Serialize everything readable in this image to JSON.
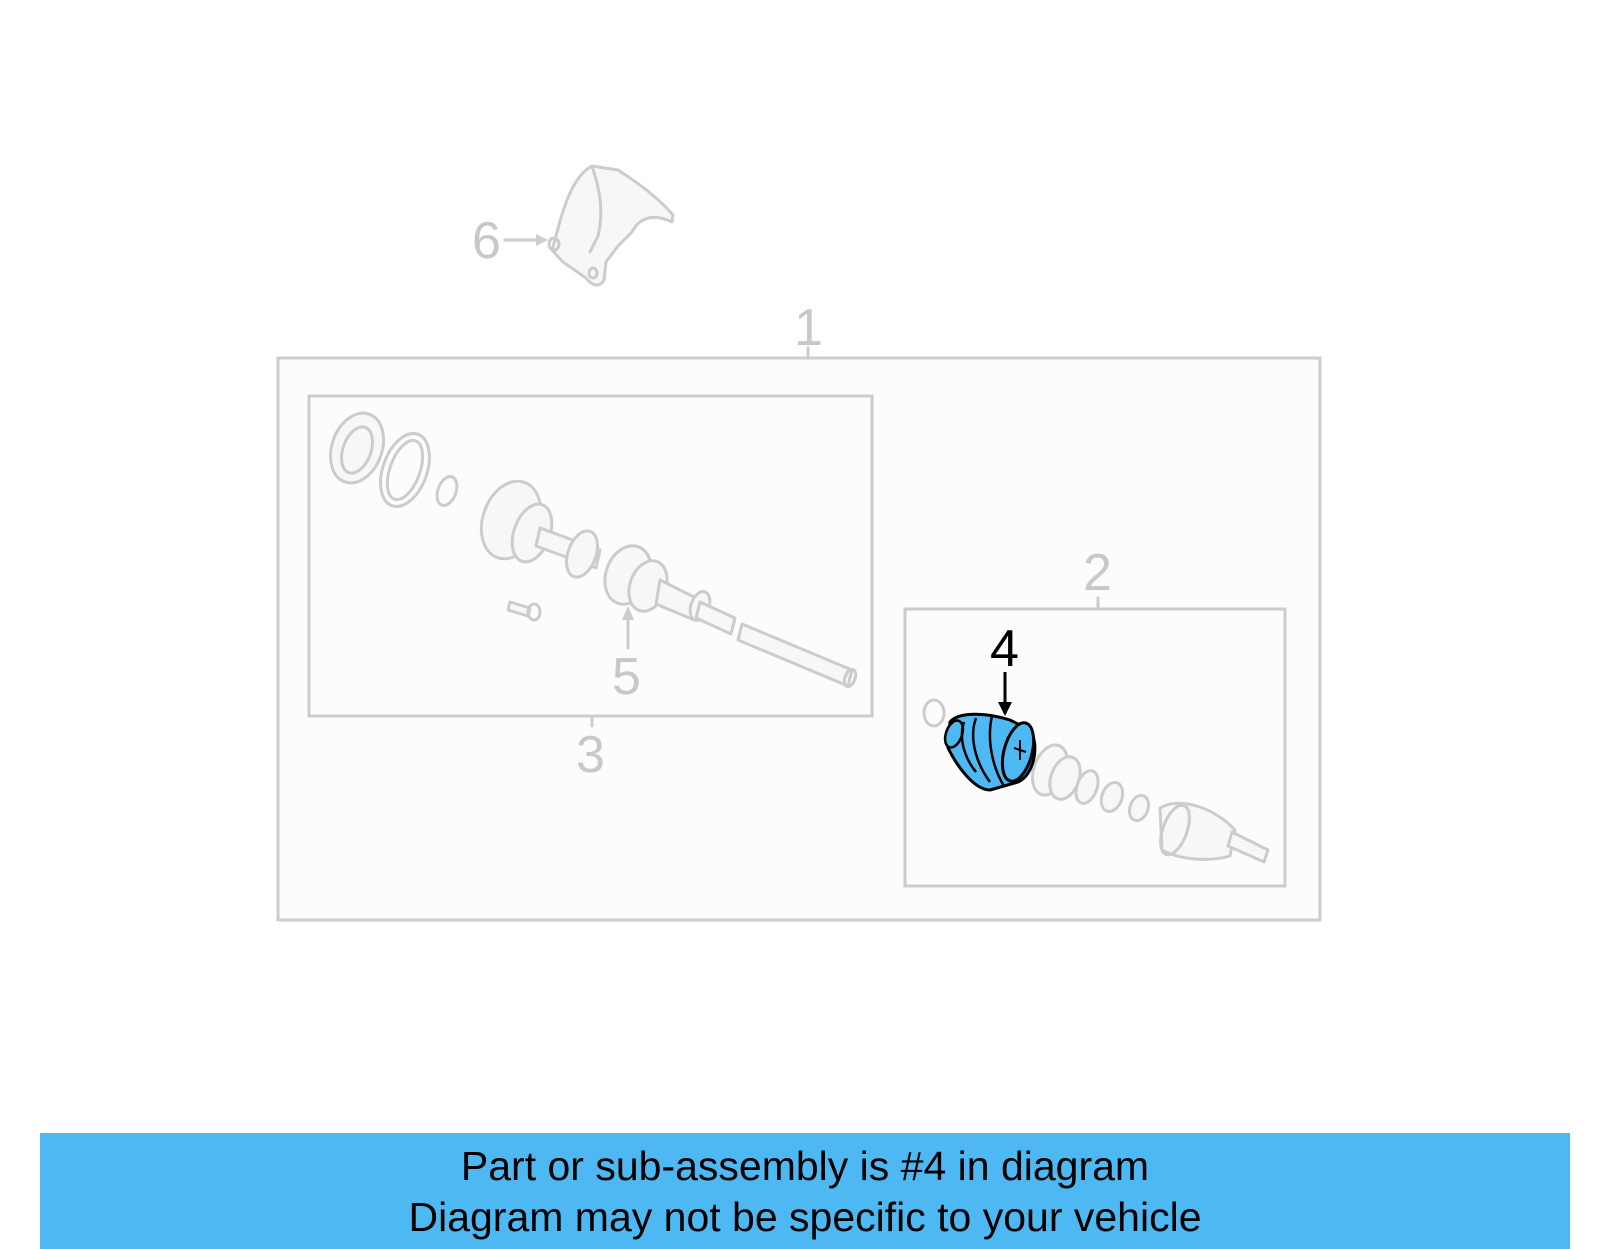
{
  "callouts": {
    "c1": "1",
    "c2": "2",
    "c3": "3",
    "c4": "4",
    "c5": "5",
    "c6": "6"
  },
  "highlighted_part": "4",
  "colors": {
    "highlight": "#4db8f2",
    "banner": "#4db8f2",
    "faint_line": "#cccccc"
  },
  "banner": {
    "line1": "Part or sub-assembly is #4 in diagram",
    "line2": "Diagram may not be specific to your vehicle"
  }
}
